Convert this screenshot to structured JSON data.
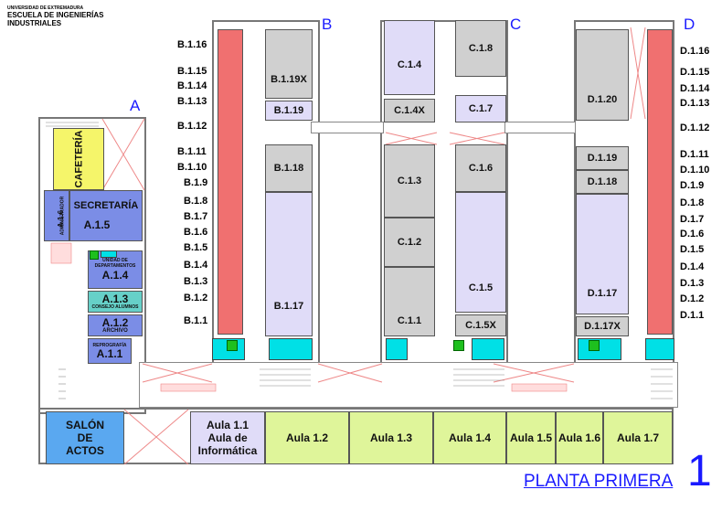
{
  "header": {
    "university": "UNIVERSIDAD DE EXTREMADURA",
    "school_line1": "ESCUELA DE INGENIERÍAS",
    "school_line2": "INDUSTRIALES"
  },
  "wings": {
    "a": "A",
    "b": "B",
    "c": "C",
    "d": "D"
  },
  "wing_a": {
    "cafeteria": "CAFETERÍA",
    "administrador": "ADMINISTRADOR",
    "a16": "A.1.6",
    "secretaria": "SECRETARÍA",
    "a15": "A.1.5",
    "unidad": "UNIDAD DE DEPARTAMENTOS",
    "a14": "A.1.4",
    "a13": "A.1.3",
    "consejo": "CONSEJO ALUMNOS",
    "a12": "A.1.2",
    "archivo": "ARCHIVO",
    "reprografia": "REPROGRAFÍA",
    "a11": "A.1.1"
  },
  "wing_b": {
    "left_labels": [
      "B.1.16",
      "B.1.15",
      "B.1.14",
      "B.1.13",
      "B.1.12",
      "B.1.11",
      "B.1.10",
      "B.1.9",
      "B.1.8",
      "B.1.7",
      "B.1.6",
      "B.1.5",
      "B.1.4",
      "B.1.3",
      "B.1.2",
      "B.1.1"
    ],
    "b119x": "B.1.19X",
    "b119": "B.1.19",
    "b118": "B.1.18",
    "b117": "B.1.17"
  },
  "wing_c": {
    "c14": "C.1.4",
    "c18": "C.1.8",
    "c14x": "C.1.4X",
    "c17": "C.1.7",
    "c13": "C.1.3",
    "c16": "C.1.6",
    "c12": "C.1.2",
    "c15": "C.1.5",
    "c11": "C.1.1",
    "c15x": "C.1.5X"
  },
  "wing_d": {
    "right_labels": [
      "D.1.16",
      "D.1.15",
      "D.1.14",
      "D.1.13",
      "D.1.12",
      "D.1.11",
      "D.1.10",
      "D.1.9",
      "D.1.8",
      "D.1.7",
      "D.1.6",
      "D.1.5",
      "D.1.4",
      "D.1.3",
      "D.1.2",
      "D.1.1"
    ],
    "d120": "D.1.20",
    "d119": "D.1.19",
    "d118": "D.1.18",
    "d117": "D.1.17",
    "d117x": "D.1.17X"
  },
  "bottom": {
    "salon_l1": "SALÓN",
    "salon_l2": "DE",
    "salon_l3": "ACTOS",
    "aula11_l1": "Aula 1.1",
    "aula11_l2": "Aula de",
    "aula11_l3": "Informática",
    "aulas": [
      "Aula 1.2",
      "Aula 1.3",
      "Aula 1.4",
      "Aula 1.5",
      "Aula 1.6",
      "Aula 1.7"
    ]
  },
  "plan_title": "PLANTA PRIMERA",
  "plan_number": "1",
  "colors": {
    "red": "#f07070",
    "gray": "#d0d0d0",
    "lavender": "#e0dcf8",
    "blue": "#7b8de6",
    "yellow": "#f5f56a",
    "cyan": "#00e0e6",
    "teal": "#66d0c8",
    "lime": "#dff59a",
    "salon": "#5aa8f0",
    "accent": "#1a1aff"
  }
}
